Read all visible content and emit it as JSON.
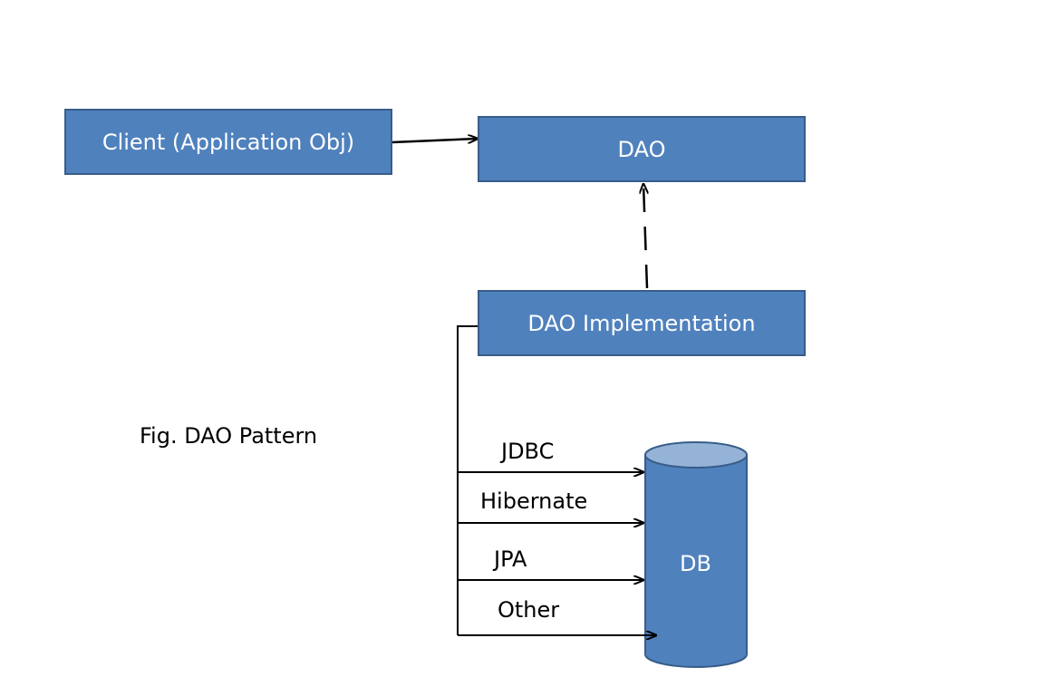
{
  "nodes": {
    "client": "Client (Application Obj)",
    "dao": "DAO",
    "dao_impl": "DAO Implementation",
    "db": "DB"
  },
  "edge_labels": {
    "jdbc": "JDBC",
    "hibernate": "Hibernate",
    "jpa": "JPA",
    "other": "Other"
  },
  "caption": "Fig. DAO Pattern",
  "colors": {
    "box_fill": "#4f81bd",
    "box_border": "#385d8a",
    "db_top": "#95b3d7",
    "line": "#000000"
  }
}
